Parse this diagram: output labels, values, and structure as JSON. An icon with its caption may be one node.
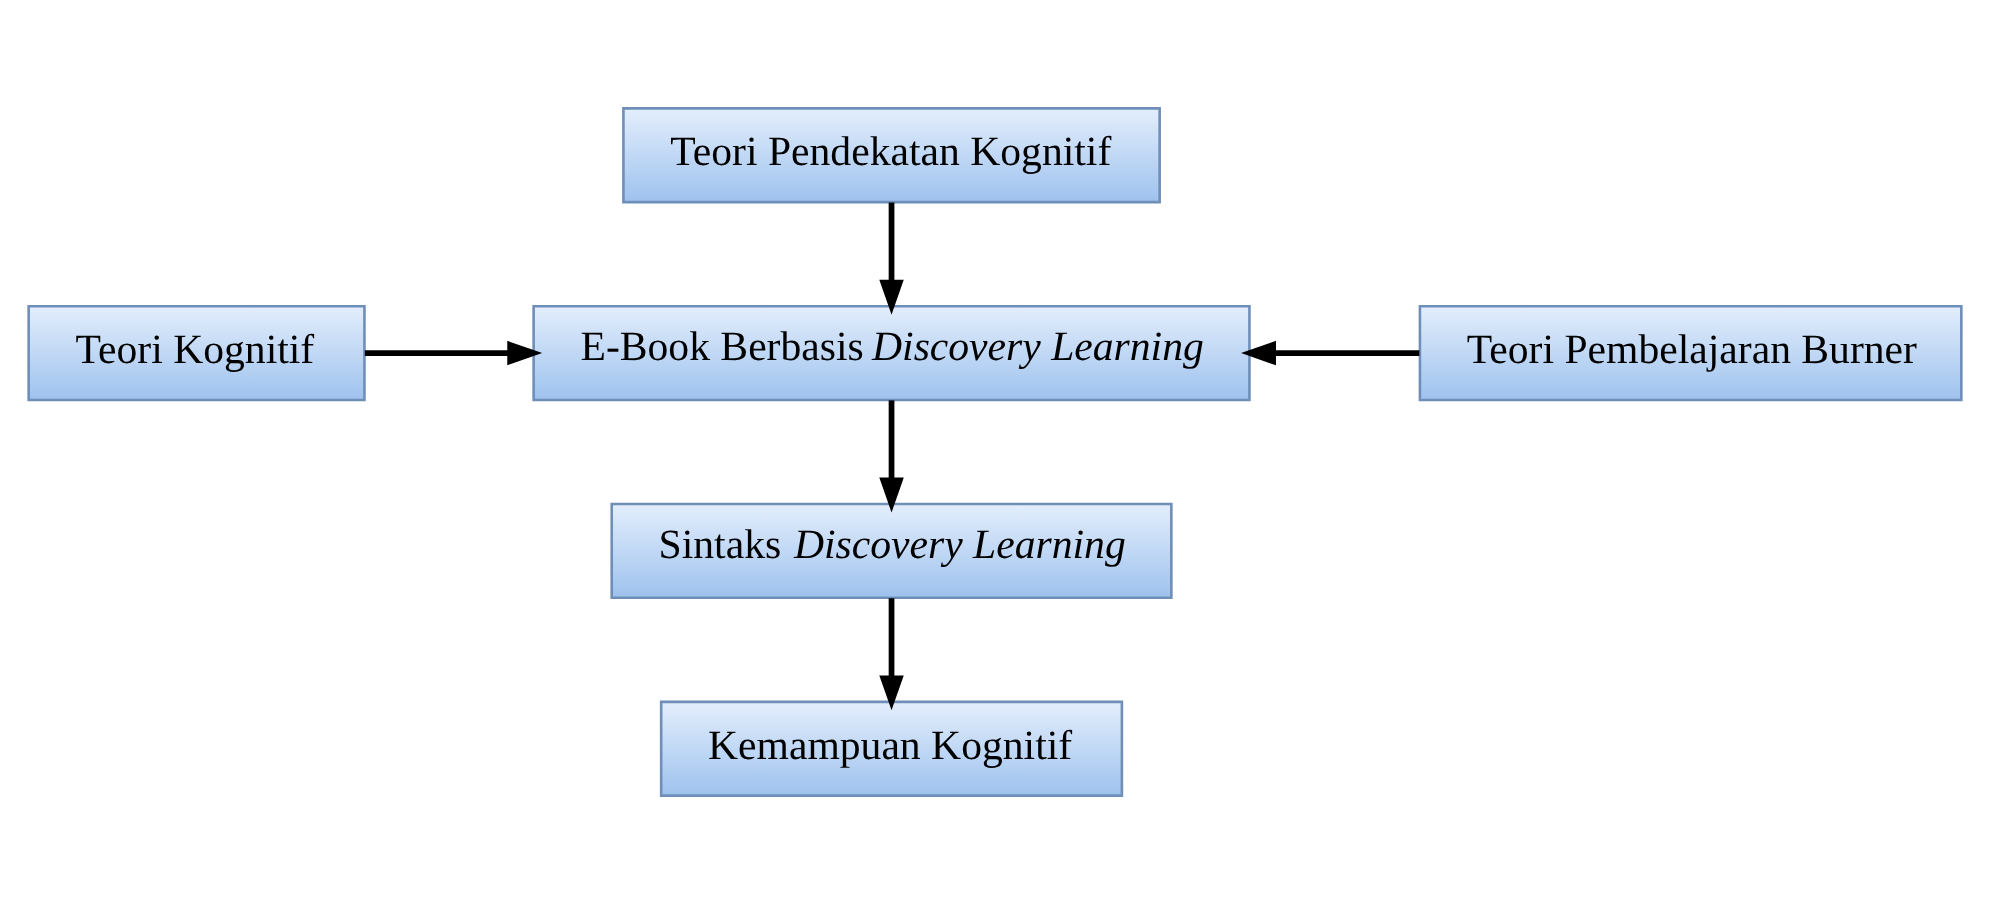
{
  "diagram": {
    "nodes": [
      {
        "text": [
          "Teori Pendekatan Kognitif"
        ]
      },
      {
        "text": [
          "Teori Kognitif"
        ]
      },
      {
        "text": [
          "E-Book Berbasis *Discovery Learning*"
        ]
      },
      {
        "text": [
          "Teori Pembelajaran Burner"
        ]
      },
      {
        "text": [
          "Sintaks *Discovery Learning*"
        ]
      },
      {
        "text": [
          "Kemampuan Kognitif"
        ]
      }
    ],
    "edges": [
      {
        "from": 0,
        "to": 2,
        "arrow": "to"
      },
      {
        "from": 1,
        "to": 2,
        "arrow": "to"
      },
      {
        "from": 3,
        "to": 2,
        "arrow": "to"
      },
      {
        "from": 2,
        "to": 4,
        "arrow": "to"
      },
      {
        "from": 4,
        "to": 5,
        "arrow": "to"
      }
    ]
  }
}
